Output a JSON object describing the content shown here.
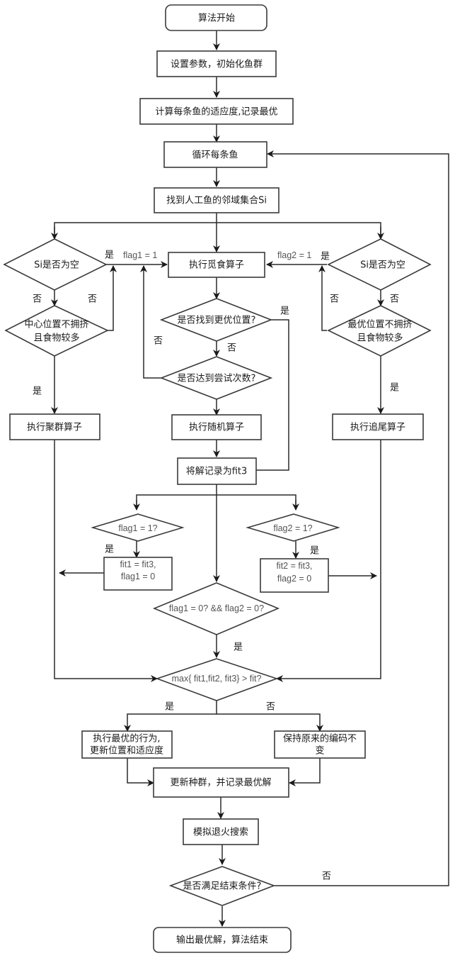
{
  "title": "Artificial fish swarm algorithm flowchart",
  "nodes": {
    "start": "算法开始",
    "init": "设置参数，初始化鱼群",
    "fitness": "计算每条鱼的适应度,记录最优",
    "loop": "循环每条鱼",
    "neighbor": "找到人工鱼的邻域集合Si",
    "si_empty_left": "Si是否为空",
    "center_l1": "中心位置不拥挤",
    "center_l2": "且食物较多",
    "swarm": "执行聚群算子",
    "prey": "执行觅食算子",
    "better_pos": "是否找到更优位置?",
    "try_count": "是否达到尝试次数?",
    "random": "执行随机算子",
    "record_fit3": "将解记录为fit3",
    "si_empty_right": "Si是否为空",
    "best_l1": "最优位置不拥挤",
    "best_l2": "且食物较多",
    "follow": "执行追尾算子",
    "flag1_check": "flag1 = 1?",
    "flag1_set_l1": "fit1 = fit3,",
    "flag1_set_l2": "flag1 = 0",
    "flag2_check": "flag2 = 1?",
    "flag2_set_l1": "fit2 = fit3,",
    "flag2_set_l2": "flag2 = 0",
    "both_zero": "flag1 = 0? && flag2 = 0?",
    "max_check": "max{ fit1,fit2, fit3} > fit?",
    "best_action_l1": "执行最优的行为,",
    "best_action_l2": "更新位置和适应度",
    "keep_l1": "保持原来的编码不",
    "keep_l2": "变",
    "update": "更新种群，并记录最优解",
    "sa": "模拟退火搜索",
    "end_check": "是否满足结束条件?",
    "end": "输出最优解，算法结束"
  },
  "labels": {
    "yes": "是",
    "no": "否",
    "flag1_eq_1": "flag1 = 1",
    "flag2_eq_1": "flag2 = 1"
  }
}
